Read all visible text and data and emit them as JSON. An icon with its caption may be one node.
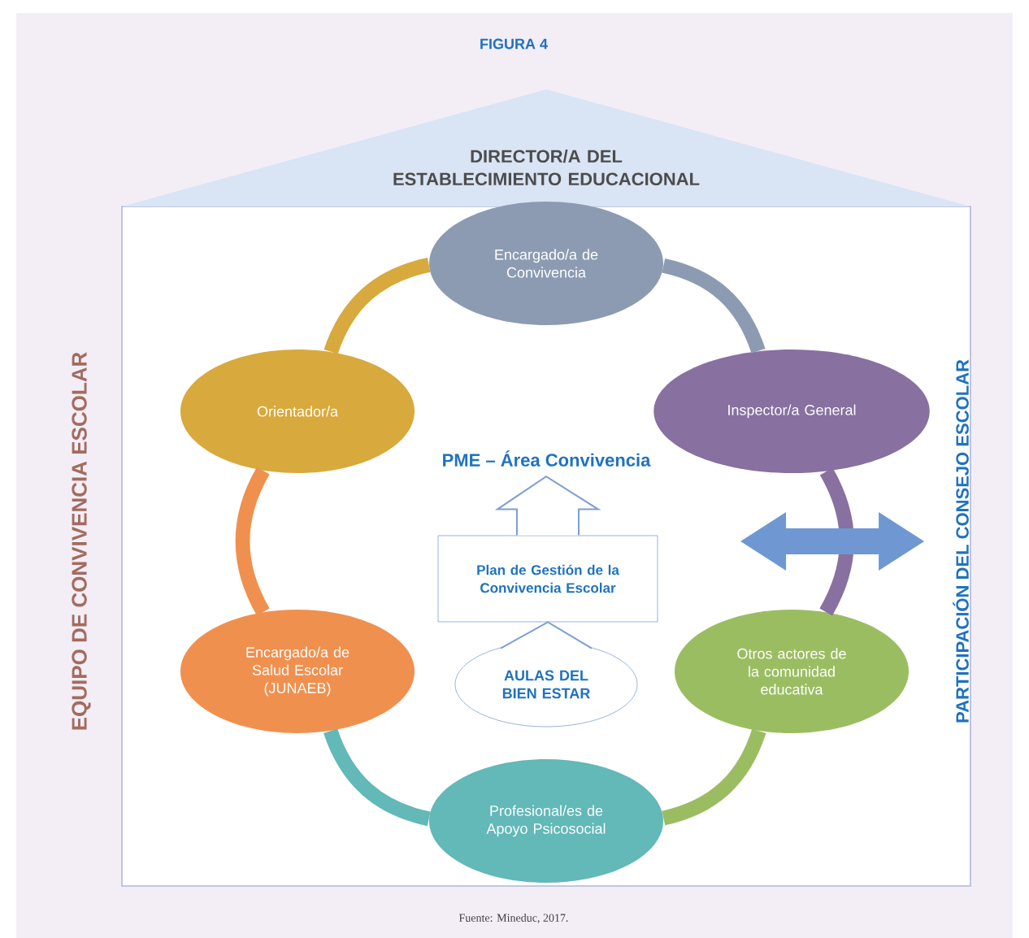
{
  "diagram": {
    "title": "FIGURA 4",
    "caption": "Fuente: Mineduc, 2017.",
    "nodes": [
      {
        "text": [
          "DIRECTOR/A DEL ESTABLECIMIENTO EDUCACIONAL"
        ]
      },
      {
        "text": [
          "Encargado/a de Convivencia"
        ]
      },
      {
        "text": [
          "Inspector/a General"
        ]
      },
      {
        "text": [
          "Otros actores de la comunidad educativa"
        ]
      },
      {
        "text": [
          "Profesional/es de Apoyo Psicosocial"
        ]
      },
      {
        "text": [
          "Encargado/a de Salud Escolar (JUNAEB)"
        ]
      },
      {
        "text": [
          "Orientador/a"
        ]
      },
      {
        "text": [
          "PME – Área Convivencia"
        ]
      },
      {
        "text": [
          "Plan de Gestión de la Convivencia Escolar"
        ]
      },
      {
        "text": [
          "AULAS DEL BIEN ESTAR"
        ]
      },
      {
        "text": [
          "PARTICIPACIÓN DEL CONSEJO ESCOLAR"
        ]
      }
    ],
    "edges": [
      {
        "from": 1,
        "to": 2,
        "arrow": "none",
        "color": "#8c9bb2"
      },
      {
        "from": 2,
        "to": 3,
        "arrow": "none",
        "color": "#8870a0"
      },
      {
        "from": 3,
        "to": 4,
        "arrow": "none",
        "color": "#9bbd62"
      },
      {
        "from": 4,
        "to": 5,
        "arrow": "none",
        "color": "#63b8b8"
      },
      {
        "from": 5,
        "to": 6,
        "arrow": "none",
        "color": "#f0904e"
      },
      {
        "from": 6,
        "to": 1,
        "arrow": "none",
        "color": "#d8a93c"
      },
      {
        "from": 8,
        "to": 7,
        "arrow": "to"
      },
      {
        "from": 9,
        "to": 8,
        "arrow": "to"
      },
      {
        "from": null,
        "to": 10,
        "arrow": "both",
        "style": "thick",
        "color": "#6f98d3"
      }
    ],
    "labels": [
      "EQUIPO DE CONVIVENCIA ESCOLAR"
    ]
  }
}
